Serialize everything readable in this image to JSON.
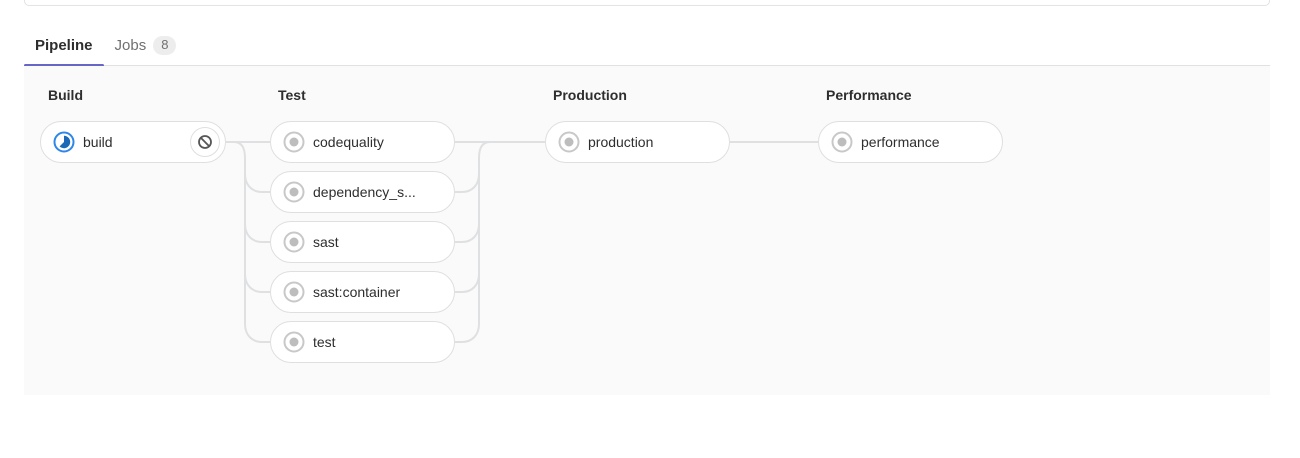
{
  "tabs": {
    "items": [
      {
        "label": "Pipeline",
        "active": true
      },
      {
        "label": "Jobs",
        "badge": "8",
        "active": false
      }
    ]
  },
  "pipeline_graph": {
    "stages": [
      {
        "name": "Build",
        "jobs": [
          {
            "name": "build",
            "status": "running",
            "action": "cancel"
          }
        ]
      },
      {
        "name": "Test",
        "jobs": [
          {
            "name": "codequality",
            "status": "created"
          },
          {
            "name": "dependency_s...",
            "status": "created"
          },
          {
            "name": "sast",
            "status": "created"
          },
          {
            "name": "sast:container",
            "status": "created"
          },
          {
            "name": "test",
            "status": "created"
          }
        ]
      },
      {
        "name": "Production",
        "jobs": [
          {
            "name": "production",
            "status": "created"
          }
        ]
      },
      {
        "name": "Performance",
        "jobs": [
          {
            "name": "performance",
            "status": "created"
          }
        ]
      }
    ]
  },
  "icons": {
    "running": "running-status-icon",
    "created": "created-status-icon",
    "cancel": "ban-icon"
  },
  "colors": {
    "accent_tab_underline": "#6666c4",
    "running_ring": "#2e87e8",
    "running_fill": "#1b69b6",
    "created_ring": "#c8c8c8",
    "created_dot": "#bdbdbd",
    "ban_icon": "#565656",
    "connector_line": "#dfe0e1",
    "pill_border": "#dfdfdf",
    "graph_background": "#fafafa",
    "tab_active_text": "#2e2e2e",
    "tab_inactive_text": "#707070",
    "badge_background": "#ededed"
  }
}
